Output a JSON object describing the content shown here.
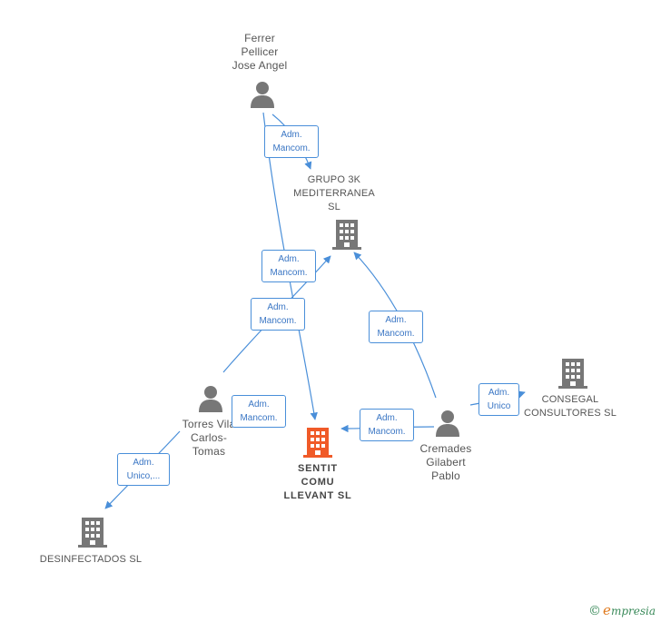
{
  "people": {
    "ferrer": {
      "name": "Ferrer\nPellicer\nJose Angel"
    },
    "torres": {
      "name": "Torres Vila\nCarlos-\nTomas"
    },
    "cremades": {
      "name": "Cremades\nGilabert\nPablo"
    }
  },
  "companies": {
    "grupo3k": {
      "name": "GRUPO 3K\nMEDITERRANEA\nSL"
    },
    "sentit": {
      "name": "SENTIT\nCOMU\nLLEVANT  SL"
    },
    "consegal": {
      "name": "CONSEGAL\nCONSULTORES SL"
    },
    "desinfectados": {
      "name": "DESINFECTADOS SL"
    }
  },
  "edges": [
    {
      "label": "Adm.\nMancom."
    },
    {
      "label": "Adm.\nMancom."
    },
    {
      "label": "Adm.\nMancom."
    },
    {
      "label": "Adm.\nMancom."
    },
    {
      "label": "Adm.\nMancom."
    },
    {
      "label": "Adm.\nMancom."
    },
    {
      "label": "Adm.\nUnico"
    },
    {
      "label": "Adm.\nUnico,..."
    }
  ],
  "footer": {
    "copyright": "©",
    "brand_e": "e",
    "brand_rest": "mpresia"
  },
  "colors": {
    "edge": "#4a8fd9",
    "icon": "#777777",
    "main_company": "#f05a28"
  }
}
